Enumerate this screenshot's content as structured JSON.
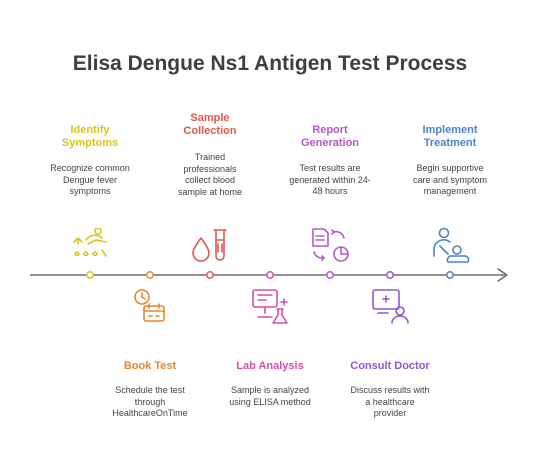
{
  "title": "Elisa Dengue Ns1 Antigen Test Process",
  "colors": {
    "line": "#6d6d6d",
    "identify": "#d8c41c",
    "book": "#e4892f",
    "sample": "#e5564a",
    "lab": "#d54ea8",
    "report": "#b25ac8",
    "consult": "#8a59d2",
    "implement": "#4a84cc"
  },
  "steps": [
    {
      "id": "identify",
      "title": "Identify\nSymptoms",
      "desc": "Recognize common\nDengue fever\nsymptoms",
      "icon": "pills-hand-icon"
    },
    {
      "id": "book",
      "title": "Book Test",
      "desc": "Schedule the test\nthrough\nHealthcareOnTime",
      "icon": "clock-calendar-icon"
    },
    {
      "id": "sample",
      "title": "Sample\nCollection",
      "desc": "Trained\nprofessionals\ncollect blood\nsample at home",
      "icon": "blood-drop-test-tube-icon"
    },
    {
      "id": "lab",
      "title": "Lab Analysis",
      "desc": "Sample is analyzed\nusing ELISA method",
      "icon": "computer-flask-icon"
    },
    {
      "id": "report",
      "title": "Report\nGeneration",
      "desc": "Test results are\ngenerated within 24-\n48 hours",
      "icon": "document-chart-icon"
    },
    {
      "id": "consult",
      "title": "Consult Doctor",
      "desc": "Discuss results with\na healthcare\nprovider",
      "icon": "medical-monitor-doctor-icon"
    },
    {
      "id": "implement",
      "title": "Implement\nTreatment",
      "desc": "Begin supportive\ncare and symptom\nmanagement",
      "icon": "patient-care-icon"
    }
  ]
}
